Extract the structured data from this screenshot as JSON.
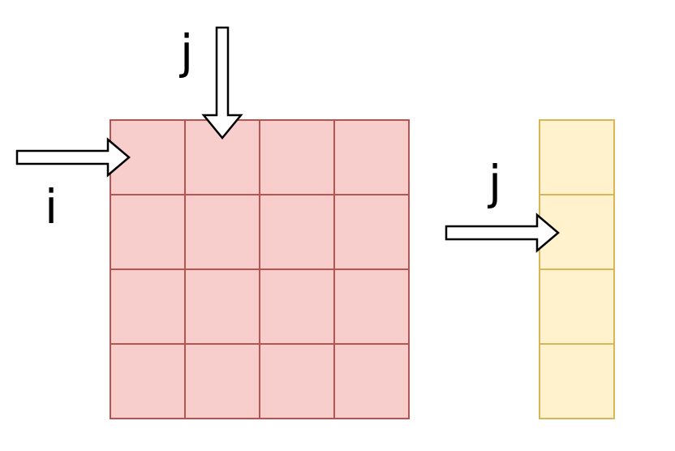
{
  "labels": {
    "matrix_col": "j",
    "matrix_row": "i",
    "vector_row": "j"
  },
  "matrix": {
    "rows": 4,
    "cols": 4,
    "fill": "#f8cecc",
    "stroke": "#b85450"
  },
  "vector": {
    "rows": 4,
    "fill": "#fff2cc",
    "stroke": "#d6b656"
  },
  "arrow": {
    "fill": "#ffffff",
    "stroke": "#000000"
  }
}
